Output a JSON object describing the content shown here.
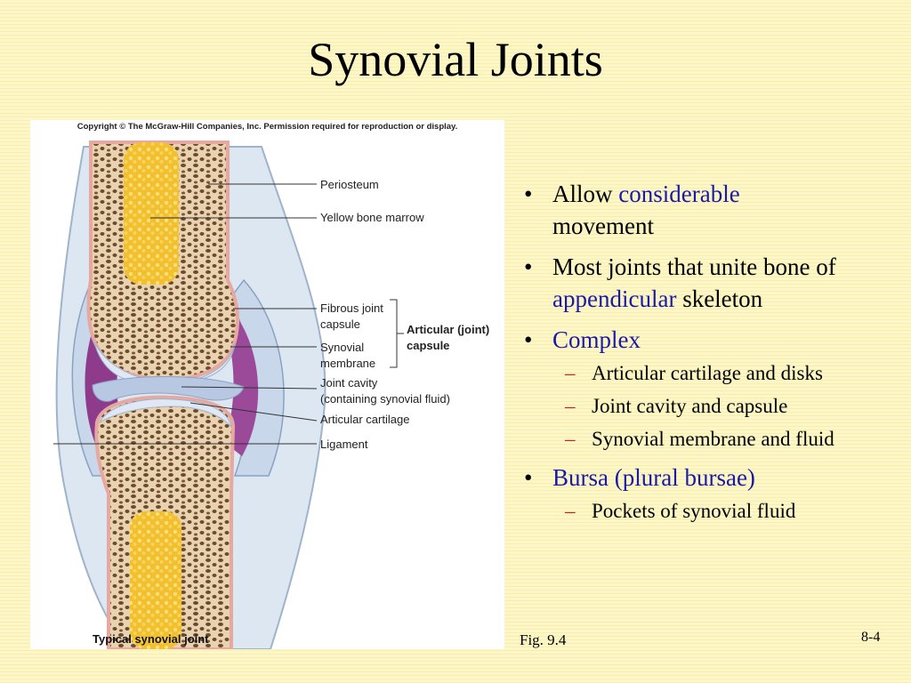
{
  "slide": {
    "title": "Synovial Joints",
    "figure": {
      "copyright": "Copyright © The McGraw-Hill Companies, Inc. Permission required for reproduction or display.",
      "caption": "Typical synovial joint",
      "labels": {
        "periosteum": "Periosteum",
        "yellow_marrow": "Yellow bone marrow",
        "fibrous_capsule_1": "Fibrous joint",
        "fibrous_capsule_2": "capsule",
        "synovial_membrane_1": "Synovial",
        "synovial_membrane_2": "membrane",
        "joint_cavity_1": "Joint cavity",
        "joint_cavity_2": "(containing synovial fluid)",
        "articular_cartilage": "Articular cartilage",
        "ligament": "Ligament",
        "articular_capsule_1": "Articular (joint)",
        "articular_capsule_2": "capsule"
      }
    },
    "bullets": [
      {
        "pre": "Allow ",
        "highlight": "considerable",
        "post": " movement"
      },
      {
        "pre": "Most joints that unite bone of ",
        "highlight": "appendicular",
        "post": " skeleton"
      },
      {
        "highlight": "Complex",
        "subitems": [
          "Articular cartilage and disks",
          "Joint cavity and capsule",
          "Synovial membrane and fluid"
        ]
      },
      {
        "highlight": "Bursa (plural bursae)",
        "subitems": [
          "Pockets of synovial fluid"
        ]
      }
    ],
    "fig_ref": "Fig. 9.4",
    "page_number": "8-4"
  }
}
